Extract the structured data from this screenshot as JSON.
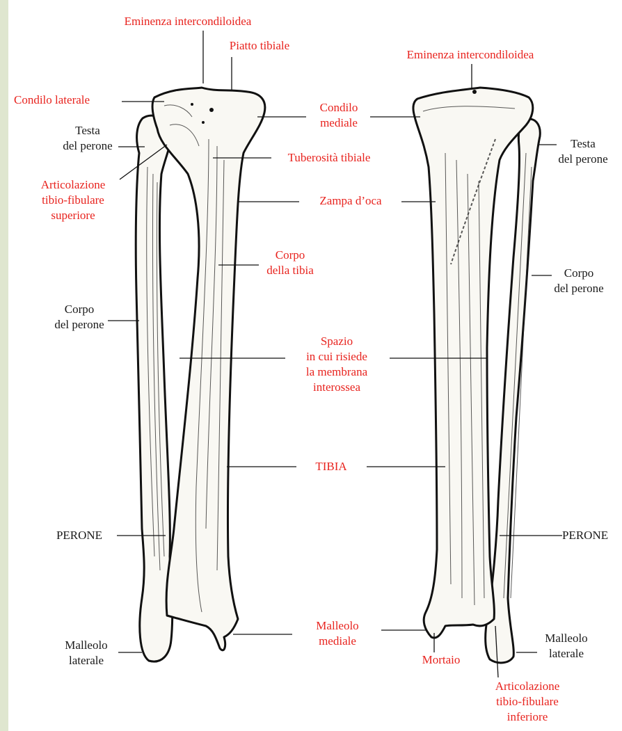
{
  "colors": {
    "label_red": "#e8231e",
    "label_black": "#1a1a1a",
    "background_tint": "#dfe6cf"
  },
  "anterior_view": {
    "eminenza": "Eminenza intercondiloidea",
    "piatto": "Piatto tibiale",
    "condilo_laterale": "Condilo laterale",
    "testa_perone": [
      "Testa",
      "del perone"
    ],
    "articolazione_superiore": [
      "Articolazione",
      "tibio-fibulare",
      "superiore"
    ],
    "corpo_perone": [
      "Corpo",
      "del perone"
    ],
    "perone": "PERONE",
    "malleolo_laterale": [
      "Malleolo",
      "laterale"
    ]
  },
  "center_labels": {
    "condilo_mediale": [
      "Condilo",
      "mediale"
    ],
    "tuberosita": "Tuberosità tibiale",
    "zampa": "Zampa d’oca",
    "corpo_tibia": [
      "Corpo",
      "della tibia"
    ],
    "spazio": [
      "Spazio",
      "in cui risiede",
      "la membrana",
      "interossea"
    ],
    "tibia": "TIBIA",
    "malleolo_mediale": [
      "Malleolo",
      "mediale"
    ]
  },
  "posterior_view": {
    "eminenza": "Eminenza intercondiloidea",
    "testa_perone": [
      "Testa",
      "del perone"
    ],
    "corpo_perone": [
      "Corpo",
      "del perone"
    ],
    "perone": "PERONE",
    "malleolo_laterale": [
      "Malleolo",
      "laterale"
    ],
    "mortaio": "Mortaio",
    "articolazione_inferiore": [
      "Articolazione",
      "tibio-fibulare",
      "inferiore"
    ]
  }
}
